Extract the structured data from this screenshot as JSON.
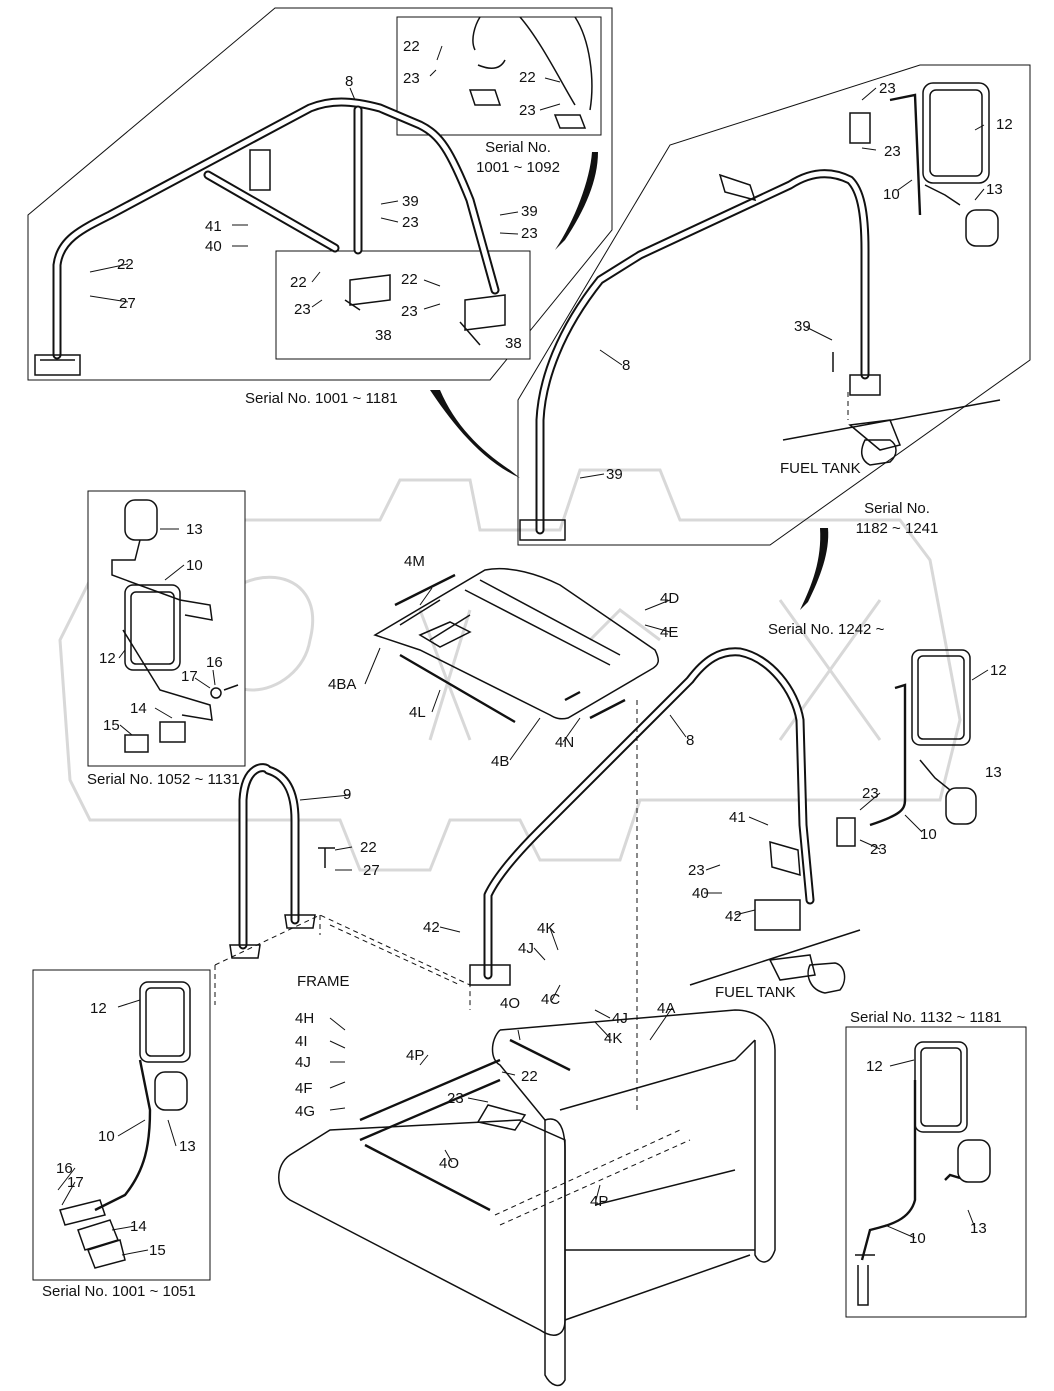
{
  "captions": {
    "serial_1001_1092": [
      "Serial No.",
      "1001 ~ 1092"
    ],
    "serial_1001_1181": "Serial No. 1001 ~ 1181",
    "serial_1182_1241": [
      "Serial No.",
      "1182 ~ 1241"
    ],
    "serial_1242": "Serial No. 1242 ~",
    "serial_1052_1131": "Serial No. 1052 ~ 1131",
    "serial_1132_1181": "Serial No. 1132 ~ 1181",
    "serial_1001_1051": "Serial No. 1001 ~ 1051",
    "fuel_tank": "FUEL TANK",
    "frame": "FRAME"
  },
  "part_labels": {
    "p4A": "4A",
    "p4B": "4B",
    "p4BA": "4BA",
    "p4C": "4C",
    "p4D": "4D",
    "p4E": "4E",
    "p4F": "4F",
    "p4G": "4G",
    "p4H": "4H",
    "p4I": "4I",
    "p4J": "4J",
    "p4K": "4K",
    "p4L": "4L",
    "p4M": "4M",
    "p4N": "4N",
    "p4O": "4O",
    "p4P": "4P",
    "p8": "8",
    "p9": "9",
    "p10": "10",
    "p12": "12",
    "p13": "13",
    "p14": "14",
    "p15": "15",
    "p16": "16",
    "p17": "17",
    "p22": "22",
    "p23": "23",
    "p27": "27",
    "p38": "38",
    "p39": "39",
    "p40": "40",
    "p41": "41",
    "p42": "42"
  }
}
